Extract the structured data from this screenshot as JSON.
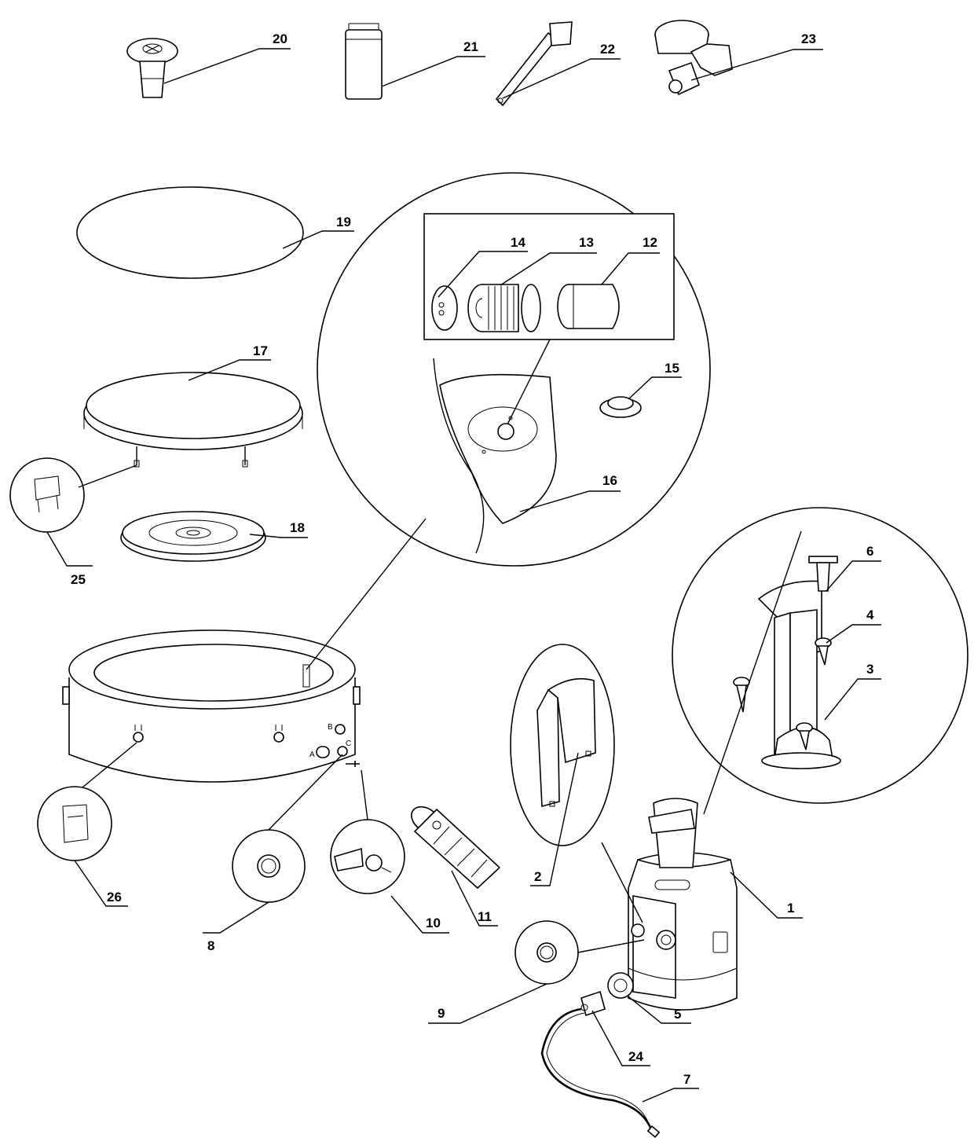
{
  "parts": [
    "1",
    "2",
    "3",
    "4",
    "5",
    "6",
    "7",
    "8",
    "9",
    "10",
    "11",
    "12",
    "13",
    "14",
    "15",
    "16",
    "17",
    "18",
    "19",
    "20",
    "21",
    "22",
    "23",
    "24",
    "25",
    "26"
  ],
  "port_letters": {
    "a": "A",
    "b": "B",
    "c": "C"
  },
  "colors": {
    "line": "#000000",
    "background": "#ffffff"
  }
}
